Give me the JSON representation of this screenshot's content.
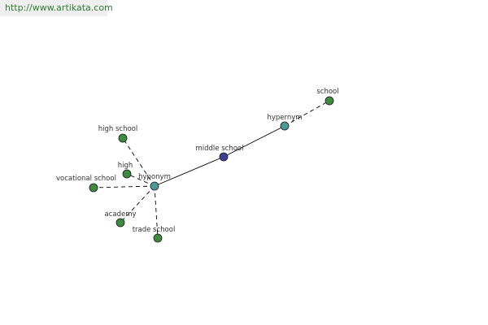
{
  "source_link": "http://www.artikata.com",
  "colors": {
    "center": "#4a9a9a",
    "root": "#3a3f8f",
    "leaf": "#3e8a3e",
    "edge": "#000000"
  },
  "graph": {
    "nodes": [
      {
        "id": "school",
        "label": "school",
        "kind": "leaf"
      },
      {
        "id": "hypernym",
        "label": "hypernym",
        "kind": "center"
      },
      {
        "id": "middle_school",
        "label": "middle school",
        "kind": "root"
      },
      {
        "id": "hyponym",
        "label": "hyponym",
        "kind": "center"
      },
      {
        "id": "high_school",
        "label": "high school",
        "kind": "leaf"
      },
      {
        "id": "high",
        "label": "high",
        "kind": "leaf"
      },
      {
        "id": "vocational_school",
        "label": "vocational school",
        "kind": "leaf"
      },
      {
        "id": "academy",
        "label": "academy",
        "kind": "leaf"
      },
      {
        "id": "trade_school",
        "label": "trade school",
        "kind": "leaf"
      }
    ],
    "edges": [
      {
        "from": "middle_school",
        "to": "hypernym",
        "style": "solid"
      },
      {
        "from": "middle_school",
        "to": "hyponym",
        "style": "solid"
      },
      {
        "from": "hypernym",
        "to": "school",
        "style": "dashed"
      },
      {
        "from": "hyponym",
        "to": "high_school",
        "style": "dashed"
      },
      {
        "from": "hyponym",
        "to": "high",
        "style": "dashed"
      },
      {
        "from": "hyponym",
        "to": "vocational_school",
        "style": "dashed"
      },
      {
        "from": "hyponym",
        "to": "academy",
        "style": "dashed"
      },
      {
        "from": "hyponym",
        "to": "trade_school",
        "style": "dashed"
      }
    ]
  }
}
